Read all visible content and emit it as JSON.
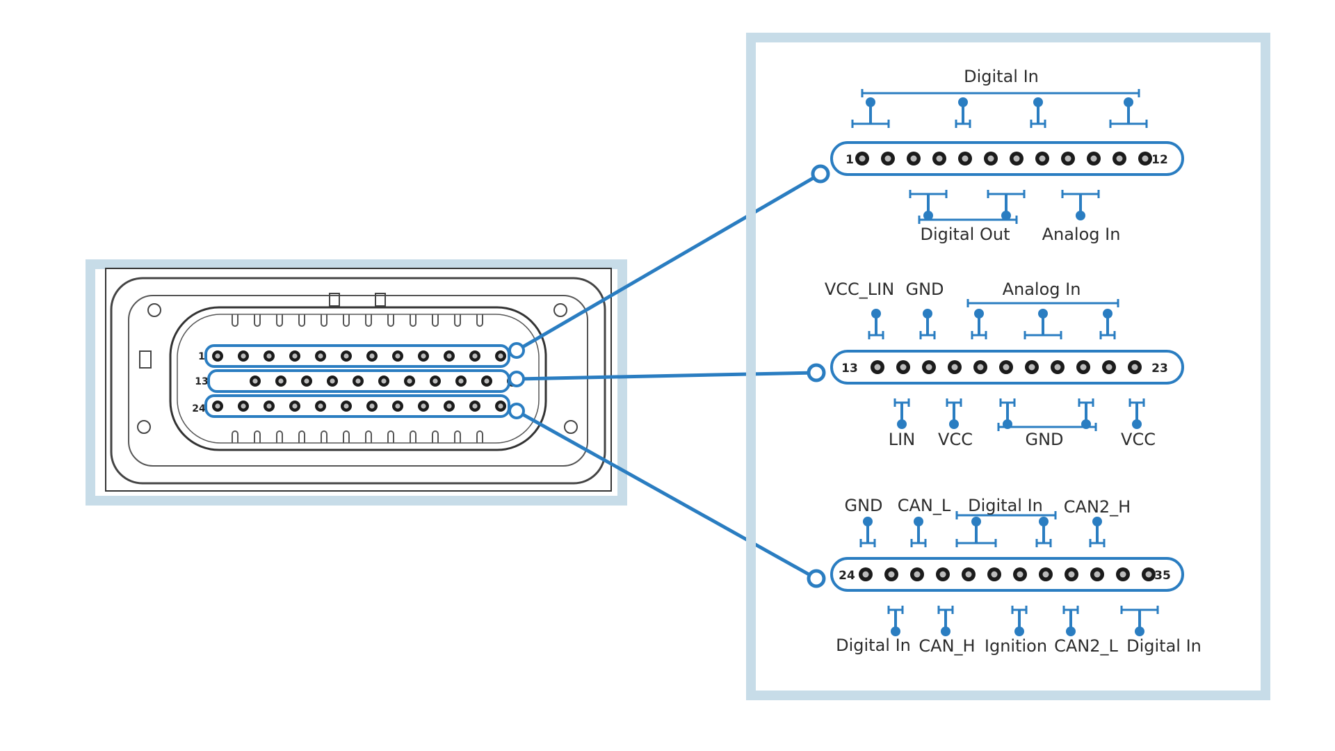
{
  "colors": {
    "accent": "#2a7dc1",
    "frame": "#c7dce8",
    "label_bg": "#e9f2f8"
  },
  "connector": {
    "row_pin_ranges": [
      {
        "first": "1",
        "last": "12"
      },
      {
        "first": "13",
        "last": "23"
      },
      {
        "first": "24",
        "last": "35"
      }
    ]
  },
  "rows": [
    {
      "first_pin": "1",
      "last_pin": "12",
      "top_labels": [
        "Digital In"
      ],
      "bottom_labels": [
        "Digital Out",
        "Analog In"
      ]
    },
    {
      "first_pin": "13",
      "last_pin": "23",
      "top_labels": [
        "VCC_LIN",
        "GND",
        "Analog In"
      ],
      "bottom_labels": [
        "LIN",
        "VCC",
        "GND",
        "VCC"
      ]
    },
    {
      "first_pin": "24",
      "last_pin": "35",
      "top_labels": [
        "GND",
        "CAN_L",
        "Digital In",
        "CAN2_H"
      ],
      "bottom_labels": [
        "Digital In",
        "CAN_H",
        "Ignition",
        "CAN2_L",
        "Digital In"
      ]
    }
  ]
}
